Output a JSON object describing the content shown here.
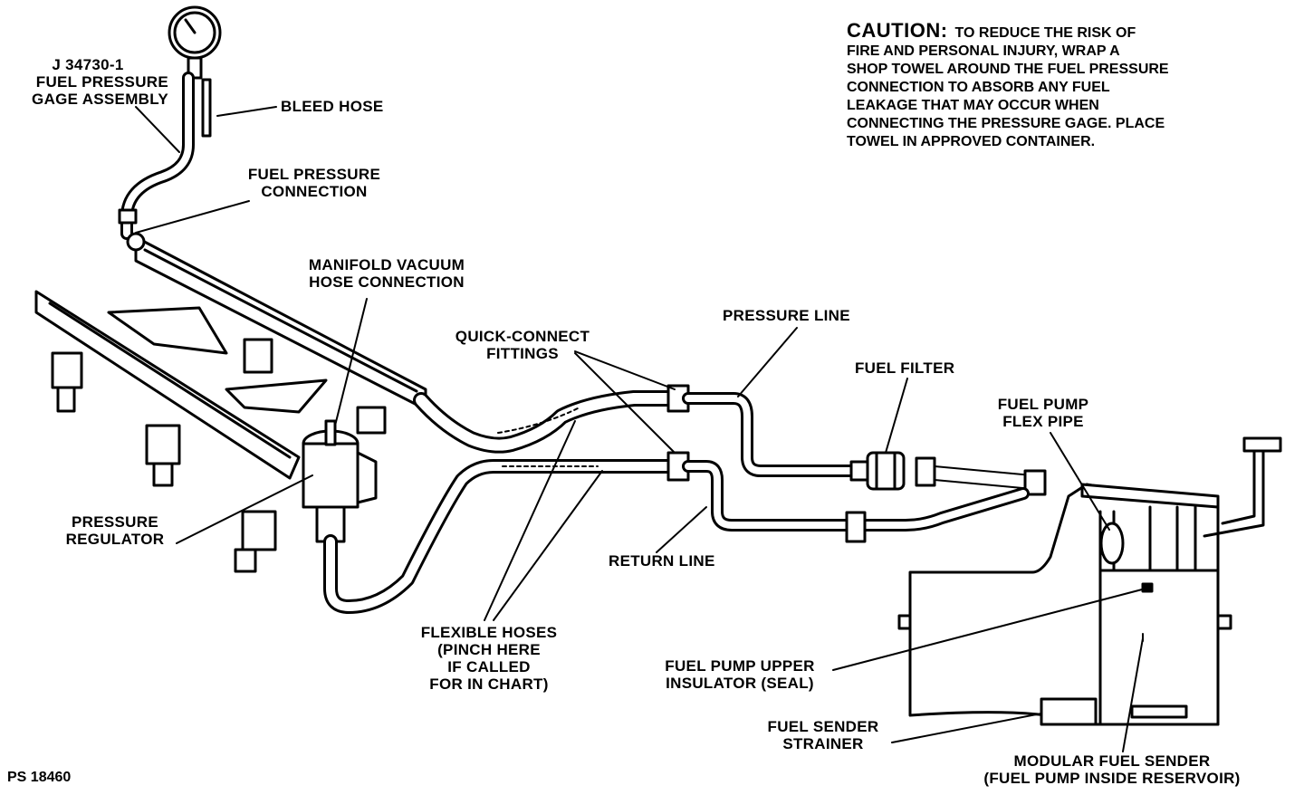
{
  "caution": {
    "heading": "CAUTION:",
    "line1": "TO REDUCE THE RISK OF",
    "line2": "FIRE AND PERSONAL INJURY, WRAP A",
    "line3": "SHOP TOWEL AROUND THE FUEL PRESSURE",
    "line4": "CONNECTION TO ABSORB ANY FUEL",
    "line5": "LEAKAGE THAT MAY OCCUR WHEN",
    "line6": "CONNECTING THE PRESSURE GAGE.  PLACE",
    "line7": "TOWEL IN APPROVED CONTAINER."
  },
  "labels": {
    "gage": {
      "l1": "J 34730-1",
      "l2": "FUEL PRESSURE",
      "l3": "GAGE ASSEMBLY"
    },
    "bleed_hose": "BLEED HOSE",
    "fuel_pressure_connection": {
      "l1": "FUEL PRESSURE",
      "l2": "CONNECTION"
    },
    "manifold_vacuum": {
      "l1": "MANIFOLD VACUUM",
      "l2": "HOSE CONNECTION"
    },
    "quick_connect": {
      "l1": "QUICK-CONNECT",
      "l2": "FITTINGS"
    },
    "pressure_line": "PRESSURE LINE",
    "fuel_filter": "FUEL FILTER",
    "fuel_pump_flex": {
      "l1": "FUEL PUMP",
      "l2": "FLEX PIPE"
    },
    "pressure_regulator": {
      "l1": "PRESSURE",
      "l2": "REGULATOR"
    },
    "return_line": "RETURN LINE",
    "flexible_hoses": {
      "l1": "FLEXIBLE HOSES",
      "l2": "(PINCH HERE",
      "l3": "IF CALLED",
      "l4": "FOR IN CHART)"
    },
    "upper_insulator": {
      "l1": "FUEL PUMP UPPER",
      "l2": "INSULATOR (SEAL)"
    },
    "sender_strainer": {
      "l1": "FUEL SENDER",
      "l2": "STRAINER"
    },
    "modular_sender": {
      "l1": "MODULAR FUEL SENDER",
      "l2": "(FUEL PUMP INSIDE RESERVOIR)"
    }
  },
  "figure_number": "PS 18460"
}
